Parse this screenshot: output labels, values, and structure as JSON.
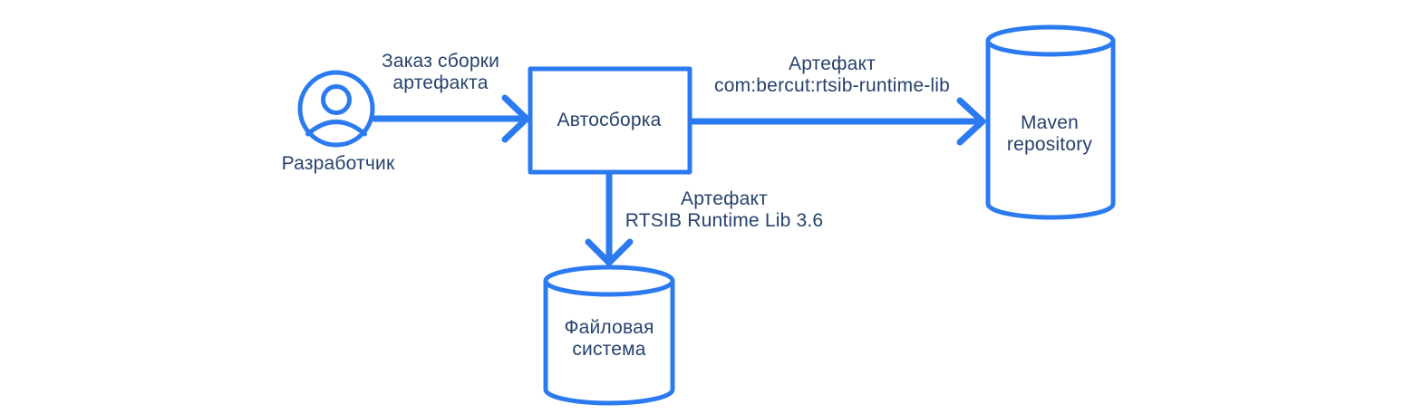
{
  "colors": {
    "accent_blue": "#2b7af0",
    "text_navy": "#27426e"
  },
  "nodes": {
    "developer": {
      "label": "Разработчик",
      "icon": "person-icon",
      "shape": "actor"
    },
    "autobuild": {
      "label": "Автосборка",
      "shape": "rectangle"
    },
    "maven_repository": {
      "label": "Maven\nrepository",
      "shape": "cylinder"
    },
    "file_system": {
      "label": "Файловая\nсистема",
      "shape": "cylinder"
    }
  },
  "edges": {
    "developer_to_autobuild": {
      "label": "Заказ сборки\nартефакта",
      "from": "developer",
      "to": "autobuild",
      "direction": "right"
    },
    "autobuild_to_maven": {
      "label": "Артефакт\ncom:bercut:rtsib-runtime-lib",
      "from": "autobuild",
      "to": "maven_repository",
      "direction": "right"
    },
    "autobuild_to_file_system": {
      "label": "Артефакт\nRTSIB Runtime Lib 3.6",
      "from": "autobuild",
      "to": "file_system",
      "direction": "down"
    }
  }
}
